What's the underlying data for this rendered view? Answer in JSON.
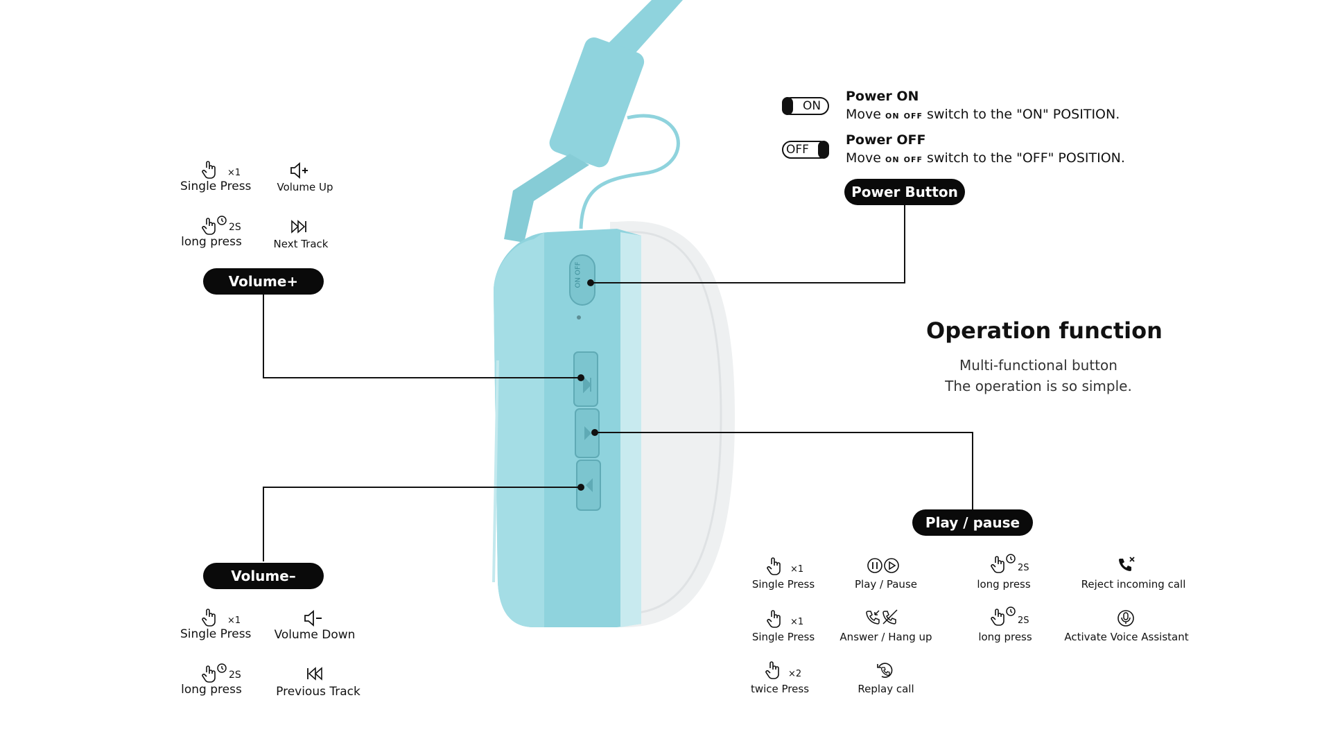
{
  "colors": {
    "accent": "#0a0a0a",
    "headphone_body": "#8fd3dd",
    "cushion": "#f2f3f4"
  },
  "power": {
    "on": {
      "switch_text": "ON",
      "title": "Power ON",
      "desc_pre": "Move",
      "desc_on": "ON",
      "desc_off": "OFF",
      "desc_post": "switch to the \"ON\" POSITION."
    },
    "off": {
      "switch_text": "OFF",
      "title": "Power OFF",
      "desc_pre": "Move",
      "desc_on": "ON",
      "desc_off": "OFF",
      "desc_post": "switch to the \"OFF\" POSITION."
    },
    "button_label": "Power Button"
  },
  "operation": {
    "title": "Operation function",
    "line1": "Multi-functional button",
    "line2": "The operation is so simple."
  },
  "device_labels": {
    "switch_on": "ON",
    "switch_off": "OFF"
  },
  "volume_plus": {
    "label": "Volume+",
    "single_press": "Single Press",
    "single_badge": "×1",
    "single_action": "Volume Up",
    "long_press": "long press",
    "long_badge": "2S",
    "long_action": "Next Track"
  },
  "volume_minus": {
    "label": "Volume–",
    "single_press": "Single Press",
    "single_badge": "×1",
    "single_action": "Volume Down",
    "long_press": "long press",
    "long_badge": "2S",
    "long_action": "Previous Track"
  },
  "play_pause": {
    "label": "Play / pause",
    "r1": {
      "press": "Single Press",
      "badge": "×1",
      "action": "Play / Pause",
      "press2": "long press",
      "badge2": "2S",
      "action2": "Reject incoming call"
    },
    "r2": {
      "press": "Single Press",
      "badge": "×1",
      "action": "Answer / Hang up",
      "press2": "long press",
      "badge2": "2S",
      "action2": "Activate Voice Assistant"
    },
    "r3": {
      "press": "twice Press",
      "badge": "×2",
      "action": "Replay call"
    }
  }
}
